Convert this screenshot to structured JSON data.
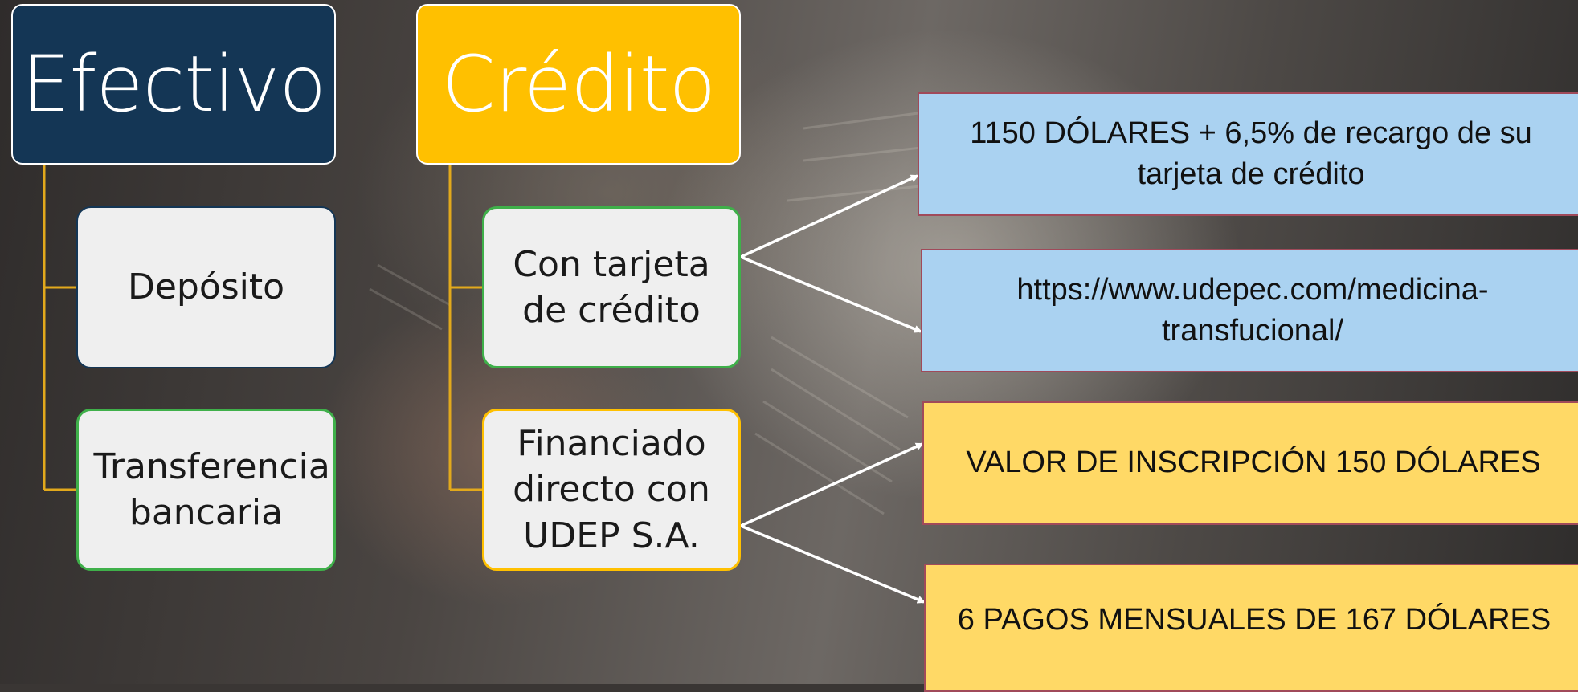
{
  "categories": [
    {
      "title": "Efectivo",
      "color": "#143655",
      "items": [
        "Depósito",
        "Transferencia bancaria"
      ]
    },
    {
      "title": "Crédito",
      "color": "#ffc000",
      "items": [
        "Con tarjeta de crédito",
        "Financiado directo con UDEP S.A."
      ]
    }
  ],
  "details": {
    "tarjeta": [
      "1150 DÓLARES + 6,5% de recargo de su tarjeta de crédito",
      "https://www.udepec.com/medicina-transfucional/"
    ],
    "financiado": [
      "VALOR DE INSCRIPCIÓN 150 DÓLARES",
      "6 PAGOS MENSUALES DE 167 DÓLARES"
    ]
  },
  "colors": {
    "efectivo_header": "#143655",
    "credito_header": "#ffc000",
    "connector_yellow": "#e2a91c",
    "detail_blue": "#aad2f1",
    "detail_yellow": "#ffd966",
    "leaf_fill": "#efefef"
  }
}
